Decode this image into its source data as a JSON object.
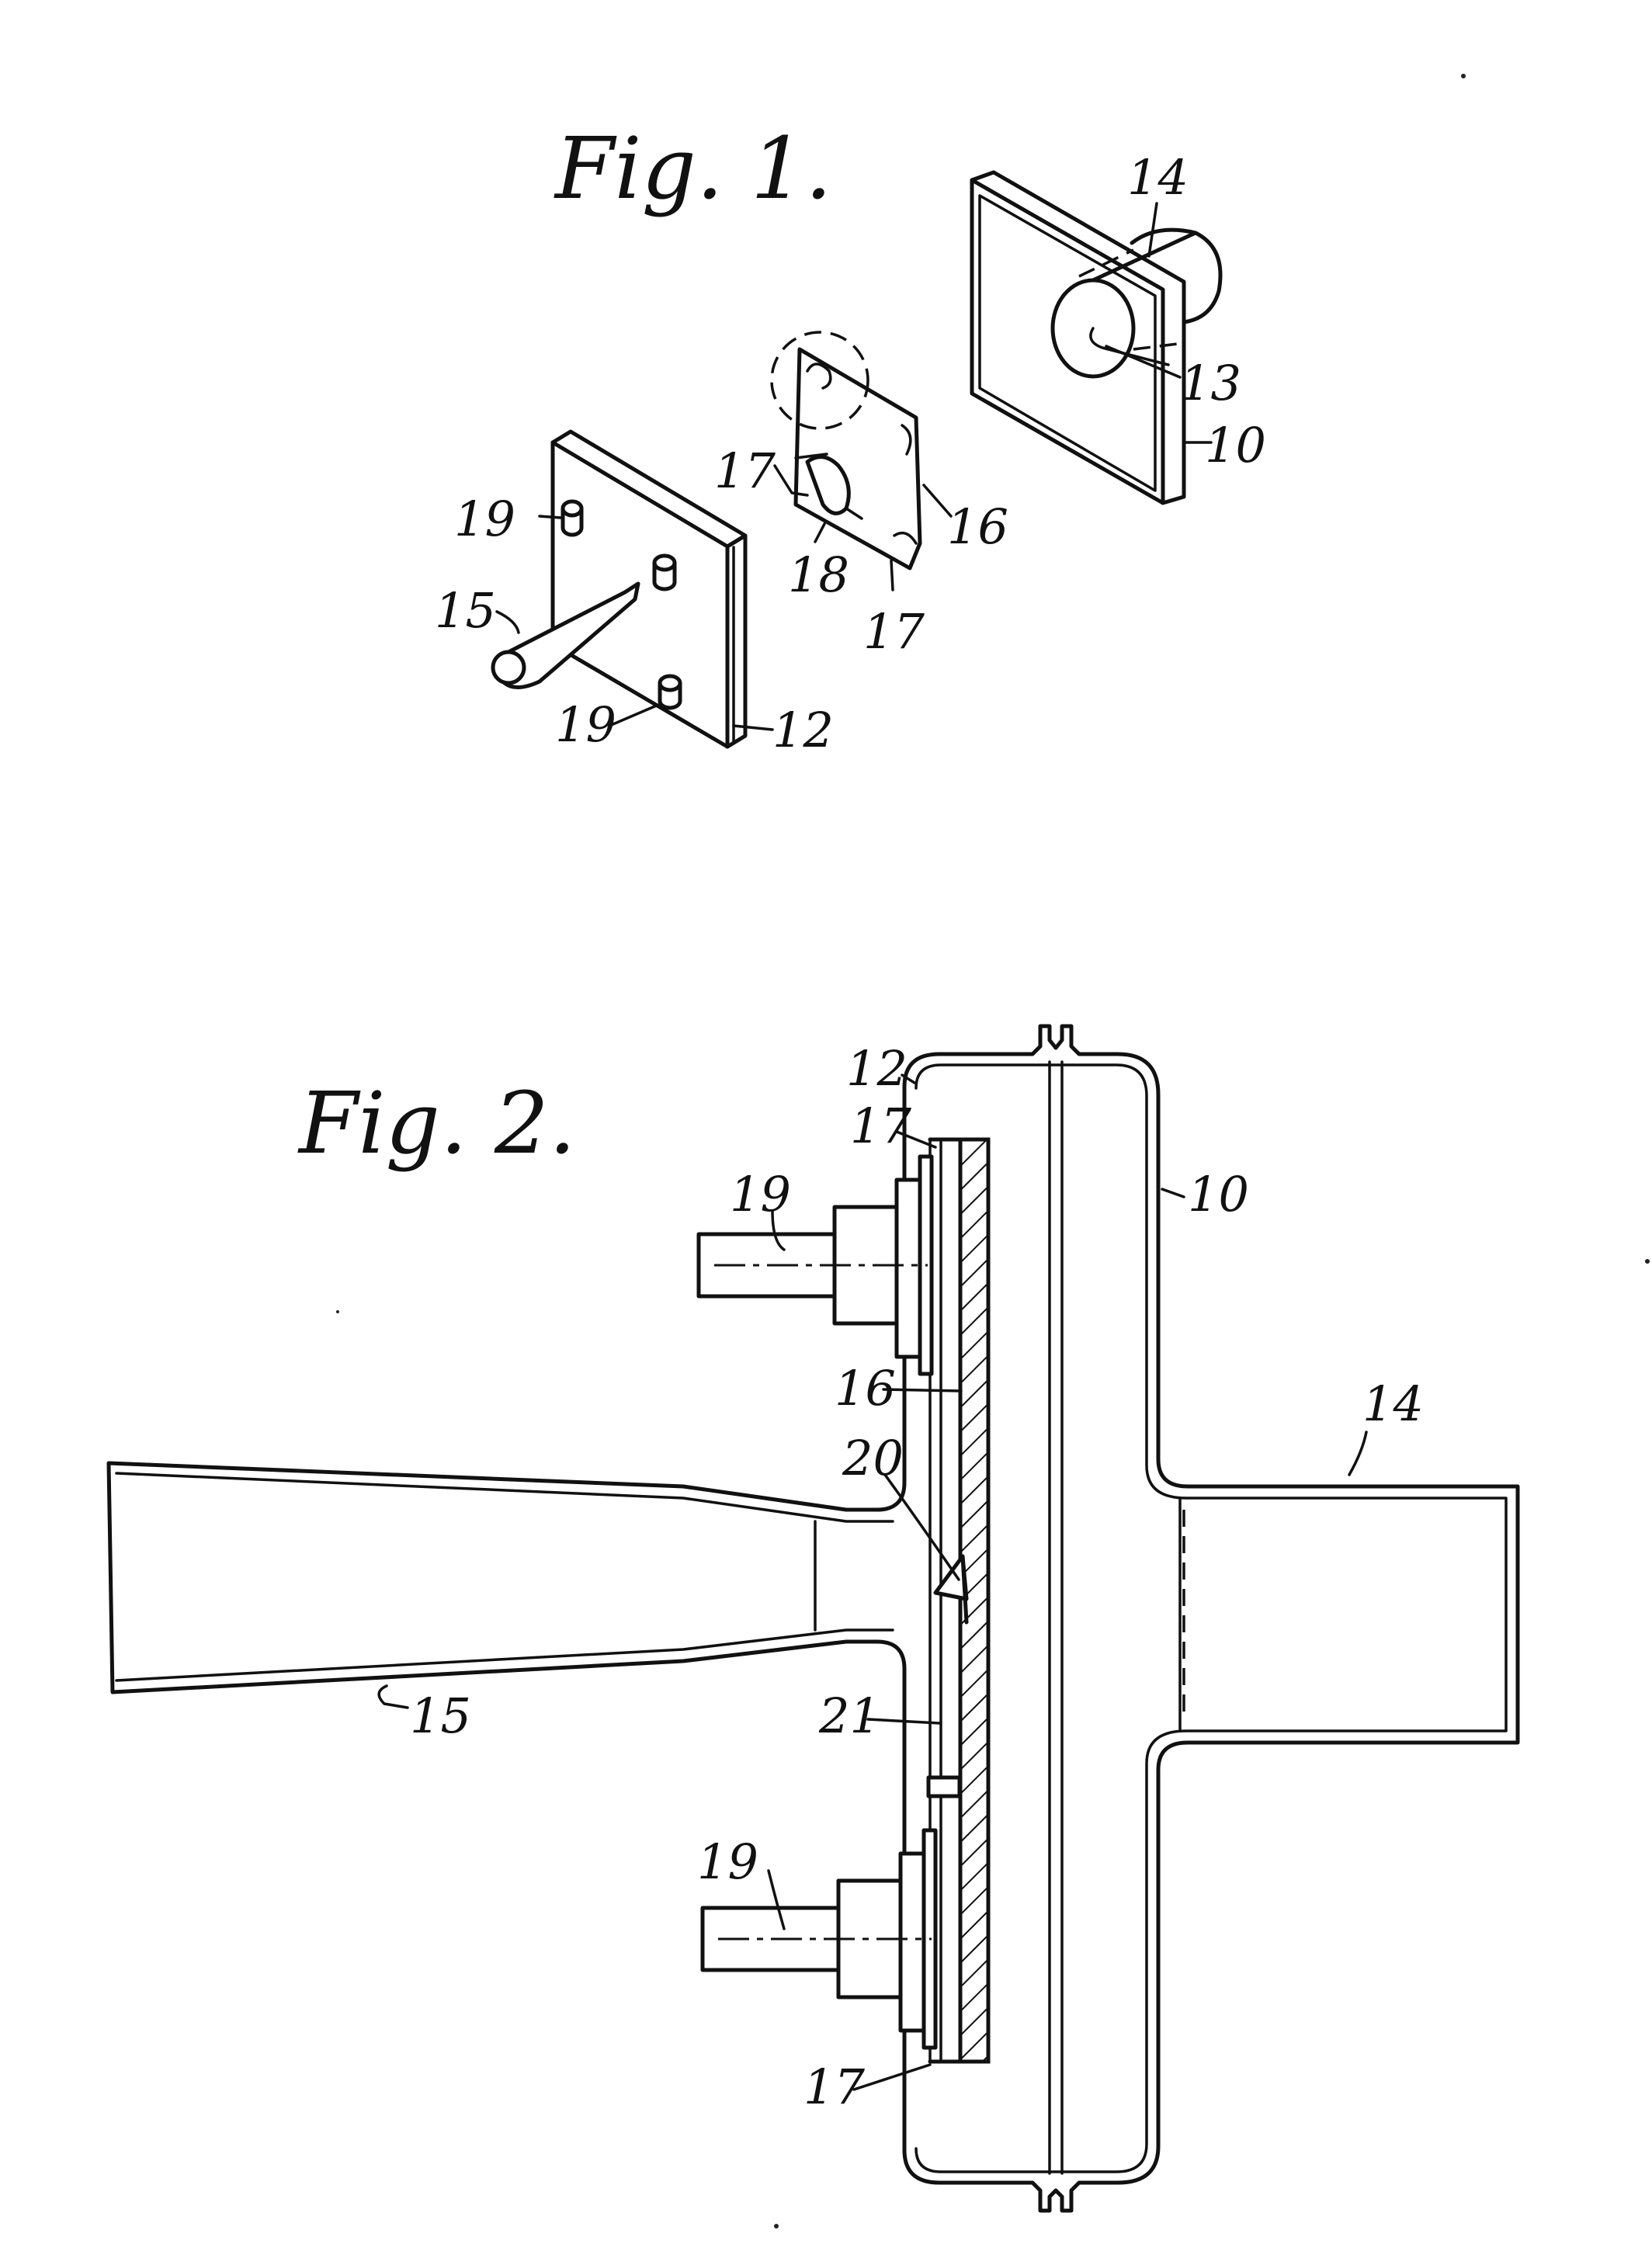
{
  "figures": {
    "fig1_title": "Fig. 1.",
    "fig2_title": "Fig. 2."
  },
  "fig1_labels": {
    "l14": "14",
    "l13": "13",
    "l10": "10",
    "l17a": "17",
    "l16": "16",
    "l18": "18",
    "l17b": "17",
    "l19a": "19",
    "l15": "15",
    "l19b": "19",
    "l12": "12"
  },
  "fig2_labels": {
    "l12": "12",
    "l17a": "17",
    "l10": "10",
    "l19a": "19",
    "l14": "14",
    "l16": "16",
    "l20": "20",
    "l21": "21",
    "l15": "15",
    "l19b": "19",
    "l17b": "17"
  },
  "colors": {
    "ink": "#111111",
    "paper": "#ffffff"
  }
}
